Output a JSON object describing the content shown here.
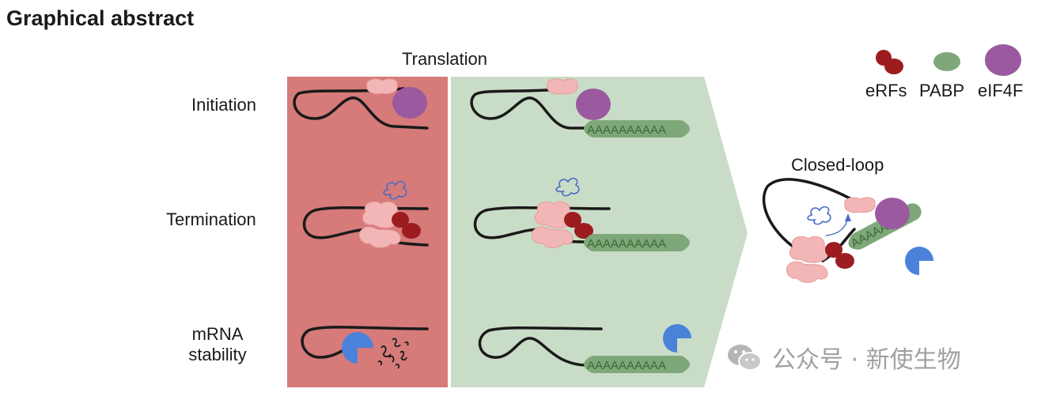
{
  "heading": "Graphical abstract",
  "top_label": "Translation",
  "rows": {
    "initiation": "Initiation",
    "termination": "Termination",
    "stability_line1": "mRNA",
    "stability_line2": "stability"
  },
  "closed_loop": "Closed-loop",
  "legend": {
    "erfs": "eRFs",
    "pabp": "PABP",
    "eif4f": "eIF4F"
  },
  "polyA": "AAAAAAAAAA",
  "polyA_loop": "AAAAAAAA",
  "watermark": "公众号 · 新使生物",
  "colors": {
    "red_panel": "#d67a7a",
    "green_panel": "#c9dcc7",
    "erf": "#9c1c1f",
    "pabp": "#7fa87a",
    "eif4f": "#9b5aa0",
    "ribosome": "#f2b6b6",
    "nuclease": "#4b82d9",
    "peptide": "#4a6dc4",
    "mrna": "#1a1a1a"
  }
}
